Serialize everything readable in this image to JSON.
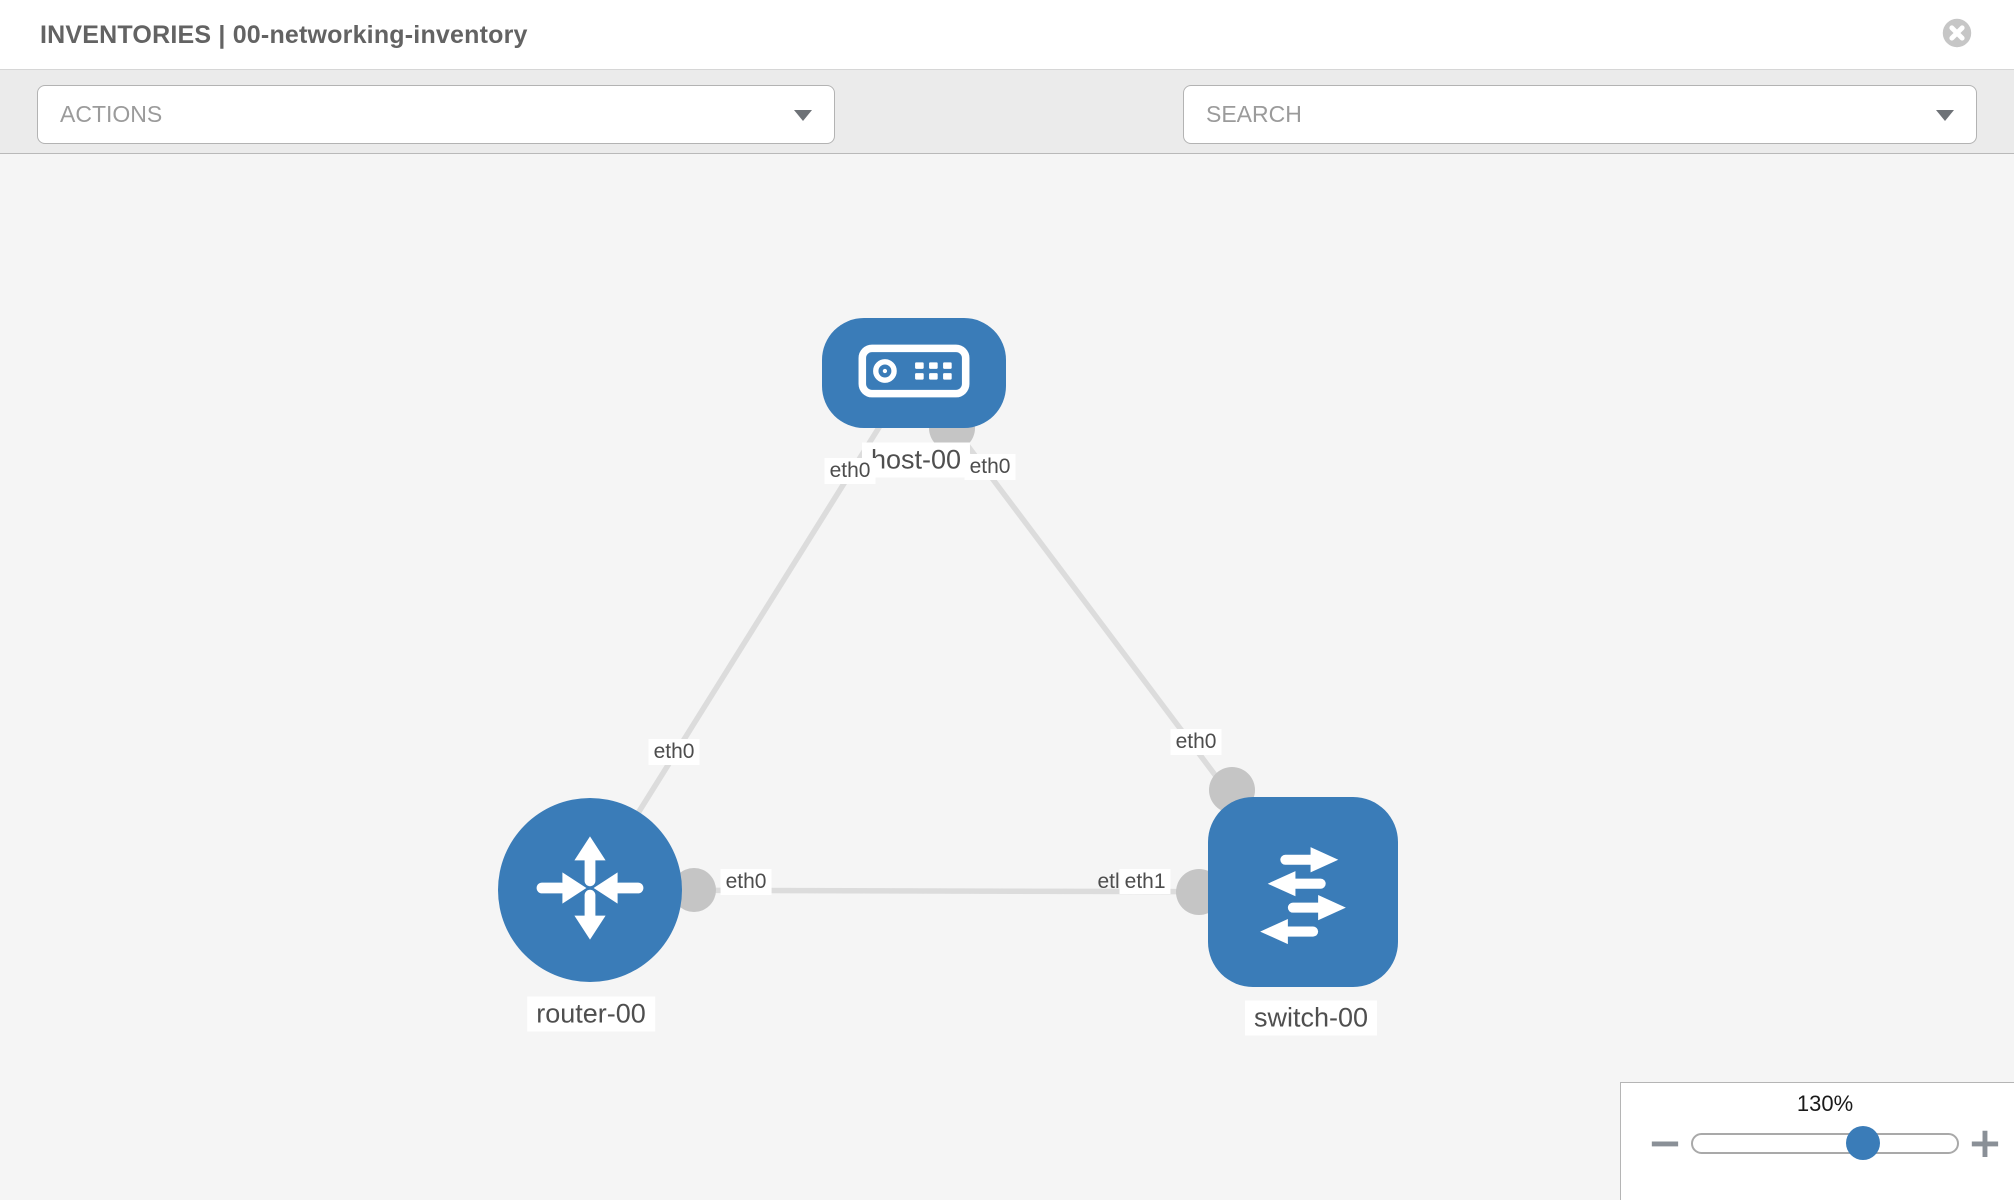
{
  "header": {
    "title": "INVENTORIES | 00-networking-inventory",
    "close_icon": "circle-x"
  },
  "toolbar": {
    "actions": {
      "value": "ACTIONS"
    },
    "search": {
      "value": "SEARCH"
    },
    "tool_icons": [
      "wrench-icon",
      "key-icon"
    ]
  },
  "topology": {
    "nodes": [
      {
        "id": "host-00",
        "label": "host-00",
        "type": "host",
        "shape": "rounded-rect",
        "icon": "server-icon"
      },
      {
        "id": "router-00",
        "label": "router-00",
        "type": "router",
        "shape": "circle",
        "icon": "router-arrows-icon"
      },
      {
        "id": "switch-00",
        "label": "switch-00",
        "type": "switch",
        "shape": "rounded-square",
        "icon": "switch-arrows-icon"
      }
    ],
    "links": [
      {
        "from": "host-00",
        "to": "router-00",
        "from_iface": "eth0",
        "to_iface": "eth0"
      },
      {
        "from": "host-00",
        "to": "switch-00",
        "from_iface": "eth0",
        "to_iface": "eth0"
      },
      {
        "from": "router-00",
        "to": "switch-00",
        "from_iface": "eth0",
        "to_iface_visible": "etleth1",
        "to_iface_overlap_parts": [
          "etl",
          "eth1"
        ]
      }
    ]
  },
  "zoom": {
    "level": "130%",
    "minus_label": "−",
    "plus_label": "+"
  },
  "colors": {
    "node_blue": "#3a7cb8",
    "link_gray": "#dcdcdc",
    "endpoint_gray": "#c5c5c5",
    "toolbar_bg": "#ebebeb",
    "canvas_bg": "#f5f5f5",
    "icon_gray": "#848a91",
    "close_gray": "#c6c6c6"
  }
}
